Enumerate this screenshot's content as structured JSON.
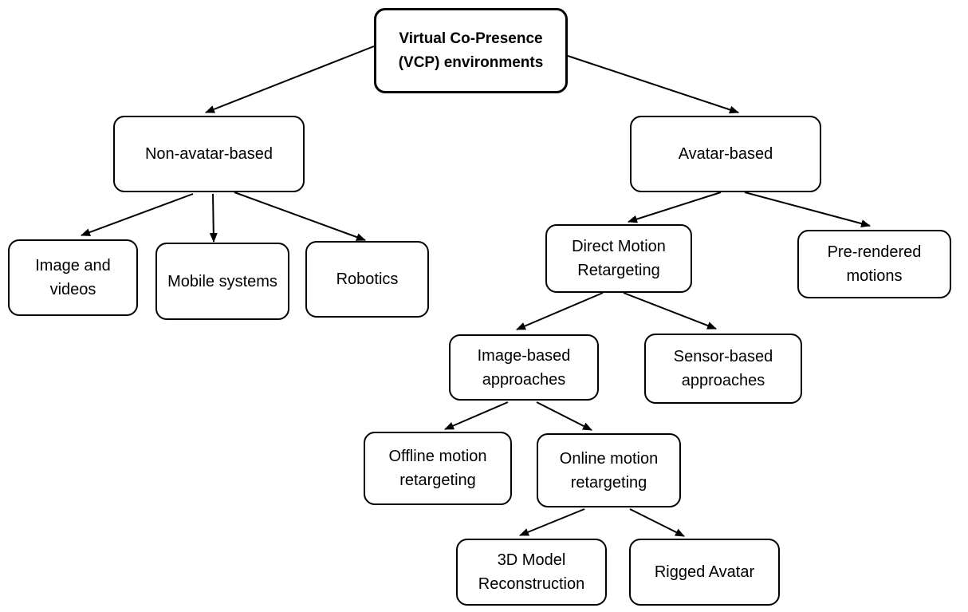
{
  "diagram": {
    "nodes": {
      "vcp": "Virtual Co-Presence (VCP) environments",
      "non_avatar": "Non-avatar-based",
      "avatar": "Avatar-based",
      "image_videos": "Image and videos",
      "mobile": "Mobile systems",
      "robotics": "Robotics",
      "direct_motion": "Direct Motion Retargeting",
      "prerendered": "Pre-rendered motions",
      "image_based": "Image-based approaches",
      "sensor_based": "Sensor-based approaches",
      "offline": "Offline motion retargeting",
      "online": "Online motion retargeting",
      "model_3d": "3D Model Reconstruction",
      "rigged": "Rigged Avatar"
    },
    "edges": [
      [
        "vcp",
        "non_avatar"
      ],
      [
        "vcp",
        "avatar"
      ],
      [
        "non_avatar",
        "image_videos"
      ],
      [
        "non_avatar",
        "mobile"
      ],
      [
        "non_avatar",
        "robotics"
      ],
      [
        "avatar",
        "direct_motion"
      ],
      [
        "avatar",
        "prerendered"
      ],
      [
        "direct_motion",
        "image_based"
      ],
      [
        "direct_motion",
        "sensor_based"
      ],
      [
        "image_based",
        "offline"
      ],
      [
        "image_based",
        "online"
      ],
      [
        "online",
        "model_3d"
      ],
      [
        "online",
        "rigged"
      ]
    ]
  }
}
